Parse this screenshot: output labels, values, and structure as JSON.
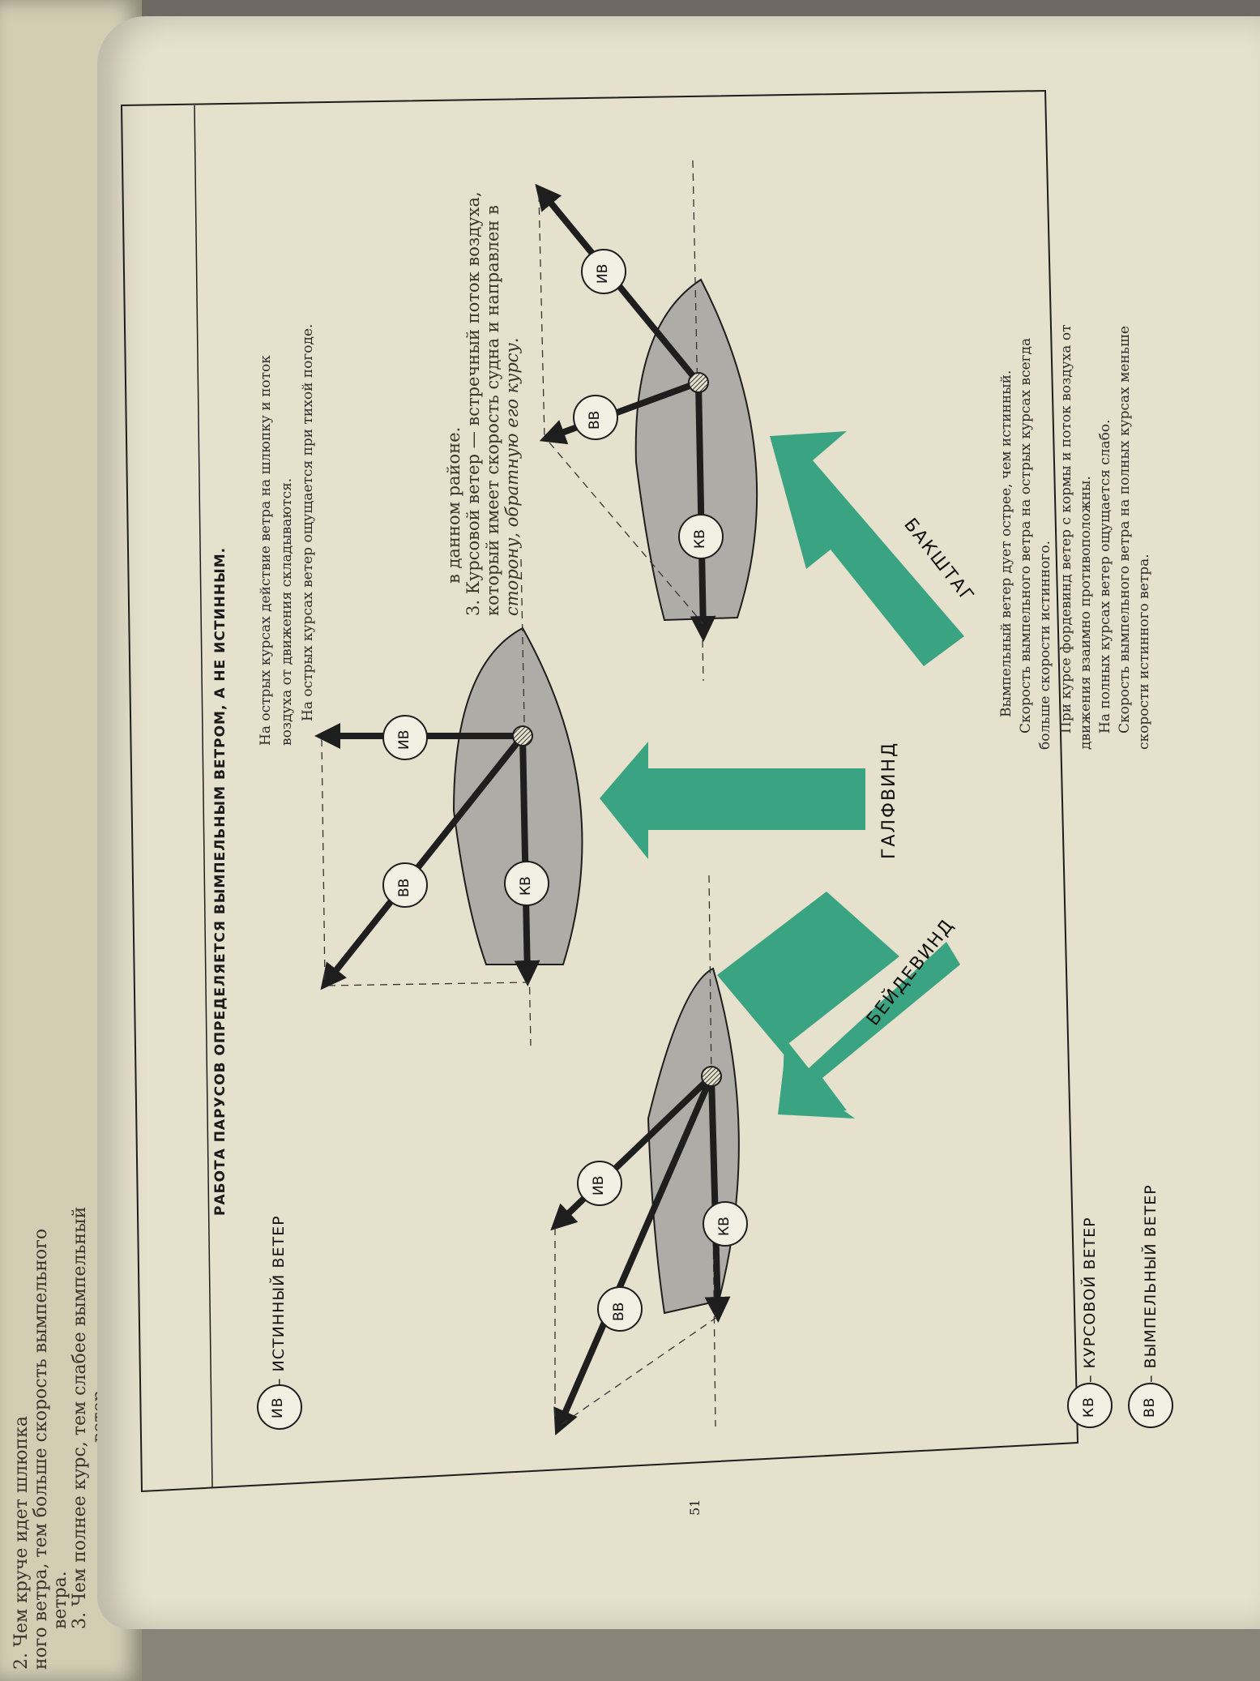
{
  "left_page": {
    "lines": [
      "2. Чем круче идет шлюпка",
      "ного ветра, тем больше скорость вымпельного",
      "ветра.",
      "3. Чем полнее курс, тем слабее вымпельный",
      "ветер.",
      "в данном районе.",
      "3. Курсовой ветер — встречный поток воздуха,",
      "который имеет скорость судна и направлен в",
      "сторону, обратную его курсу."
    ]
  },
  "title": "РАБОТА ПАРУСОВ ОПРЕДЕЛЯЕТСЯ ВЫМПЕЛЬНЫМ ВЕТРОМ, А НЕ ИСТИННЫМ.",
  "top_note": [
    "На острых курсах действие ветра на шлюпку и поток",
    "воздуха от движения складываются.",
    "На острых курсах ветер ощущается при тихой погоде."
  ],
  "bottom_note": [
    "Вымпельный ветер дует острее, чем истинный.",
    "Скорость вымпельного ветра на острых курсах всегда",
    "больше скорости истинного.",
    "При курсе фордевинд ветер с кормы и поток воздуха от",
    "движения взаимно противоположны.",
    "На полных курсах ветер ощущается слабо.",
    "Скорость вымпельного ветра на полных курсах меньше",
    "скорости истинного ветра."
  ],
  "courses": {
    "beidewind": "БЕЙДЕВИНД",
    "galfwind": "ГАЛФВИНД",
    "bakshtag": "БАКШТАГ"
  },
  "vector_labels": {
    "iv": "ИВ",
    "kv": "КВ",
    "vv": "ВВ"
  },
  "legend": [
    {
      "abbr": "ИВ",
      "text": "– ИСТИННЫЙ ВЕТЕР"
    },
    {
      "abbr": "КВ",
      "text": "– КУРСОВОЙ ВЕТЕР"
    },
    {
      "abbr": "ВВ",
      "text": "– ВЫМПЕЛЬНЫЙ ВЕТЕР"
    }
  ],
  "page_number": "51",
  "colors": {
    "wind_arrow": "#3aa381",
    "hull": "#aeaca6",
    "vector": "#1e1e1e",
    "paper": "#e6e1cc"
  }
}
